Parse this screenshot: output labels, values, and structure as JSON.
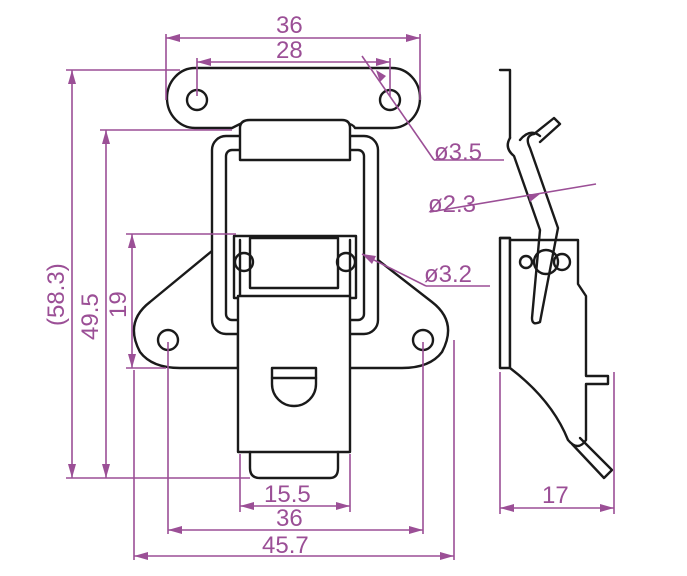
{
  "colors": {
    "outline": "#1a1a1a",
    "dimension": "#9b4f96",
    "background": "#ffffff"
  },
  "dimensions": {
    "top_overall_width": "36",
    "top_hole_spacing": "28",
    "hole_dia_top": "ø3.5",
    "hook_dia": "ø2.3",
    "hole_dia_side": "ø3.2",
    "overall_height_ref": "(58.3)",
    "body_height": "49.5",
    "base_hole_height": "19",
    "catch_width": "15.5",
    "base_hole_spacing": "36",
    "base_width": "45.7",
    "side_depth": "17"
  }
}
